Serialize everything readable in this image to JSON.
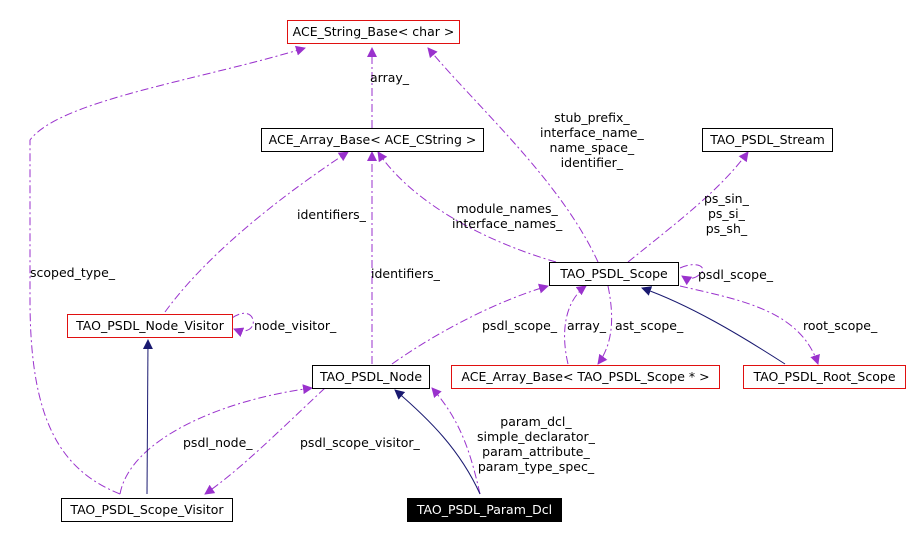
{
  "nodes": {
    "ace_string_base": "ACE_String_Base< char >",
    "ace_array_base_cstring": "ACE_Array_Base< ACE_CString >",
    "tao_psdl_stream": "TAO_PSDL_Stream",
    "tao_psdl_scope": "TAO_PSDL_Scope",
    "tao_psdl_node_visitor": "TAO_PSDL_Node_Visitor",
    "tao_psdl_node": "TAO_PSDL_Node",
    "ace_array_base_scope": "ACE_Array_Base< TAO_PSDL_Scope * >",
    "tao_psdl_root_scope": "TAO_PSDL_Root_Scope",
    "tao_psdl_scope_visitor": "TAO_PSDL_Scope_Visitor",
    "tao_psdl_param_dcl": "TAO_PSDL_Param_Dcl"
  },
  "labels": {
    "array": "array_",
    "stub_prefix": "stub_prefix_\ninterface_name_\nname_space_\nidentifier_",
    "identifiers_left": "identifiers_",
    "module_names": "module_names_\ninterface_names_",
    "ps": "ps_sin_\nps_si_\nps_sh_",
    "scoped_type": "scoped_type_",
    "identifiers_mid": "identifiers_",
    "psdl_scope_self": "psdl_scope_",
    "node_visitor": "node_visitor_",
    "psdl_scope_node": "psdl_scope_",
    "array_scope": "array_",
    "ast_scope": "ast_scope_",
    "root_scope": "root_scope_",
    "params": "param_dcl_\nsimple_declarator_\nparam_attribute_\nparam_type_spec_",
    "psdl_node": "psdl_node_",
    "psdl_scope_visitor": "psdl_scope_visitor_"
  },
  "colors": {
    "usage_edge": "#9a32cd",
    "inheritance_edge": "#191970",
    "undocumented_border": "#e01010"
  }
}
